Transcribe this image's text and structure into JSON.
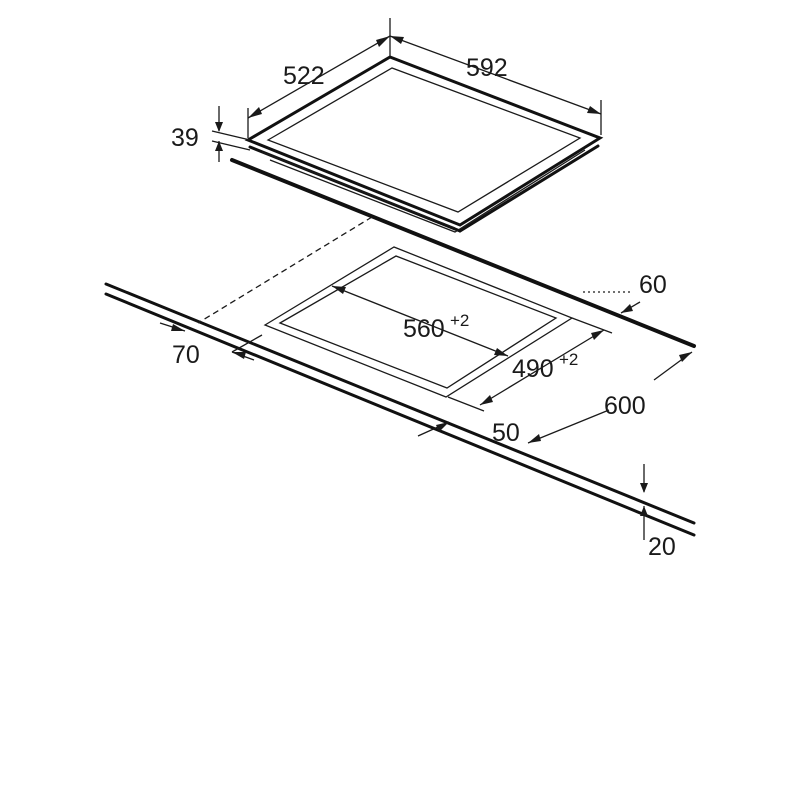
{
  "dimensions": {
    "hob_depth": "522",
    "hob_width": "592",
    "hob_height": "39",
    "cutout_width": "560",
    "cutout_width_tol": "+2",
    "cutout_depth": "490",
    "cutout_depth_tol": "+2",
    "rear_clearance": "60",
    "front_clearance": "70",
    "front_edge": "50",
    "worktop_depth": "600",
    "worktop_thickness": "20"
  }
}
